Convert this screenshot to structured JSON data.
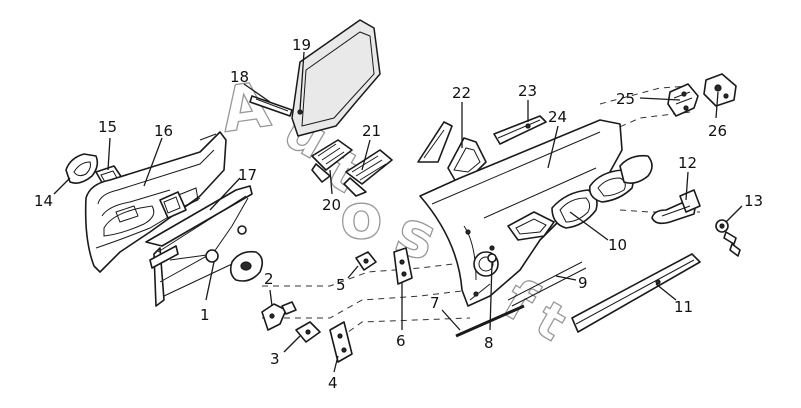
{
  "diagram": {
    "callouts": [
      {
        "id": "1",
        "label": "1"
      },
      {
        "id": "2",
        "label": "2"
      },
      {
        "id": "3",
        "label": "3"
      },
      {
        "id": "4",
        "label": "4"
      },
      {
        "id": "5",
        "label": "5"
      },
      {
        "id": "6",
        "label": "6"
      },
      {
        "id": "7",
        "label": "7"
      },
      {
        "id": "8",
        "label": "8"
      },
      {
        "id": "9",
        "label": "9"
      },
      {
        "id": "10",
        "label": "10"
      },
      {
        "id": "11",
        "label": "11"
      },
      {
        "id": "12",
        "label": "12"
      },
      {
        "id": "13",
        "label": "13"
      },
      {
        "id": "14",
        "label": "14"
      },
      {
        "id": "15",
        "label": "15"
      },
      {
        "id": "16",
        "label": "16"
      },
      {
        "id": "17",
        "label": "17"
      },
      {
        "id": "18",
        "label": "18"
      },
      {
        "id": "19",
        "label": "19"
      },
      {
        "id": "20",
        "label": "20"
      },
      {
        "id": "21",
        "label": "21"
      },
      {
        "id": "22",
        "label": "22"
      },
      {
        "id": "23",
        "label": "23"
      },
      {
        "id": "24",
        "label": "24"
      },
      {
        "id": "25",
        "label": "25"
      },
      {
        "id": "26",
        "label": "26"
      }
    ],
    "watermark": {
      "letters": [
        "A",
        "u",
        "t",
        "o",
        "s",
        "o",
        "f",
        "t"
      ]
    }
  }
}
